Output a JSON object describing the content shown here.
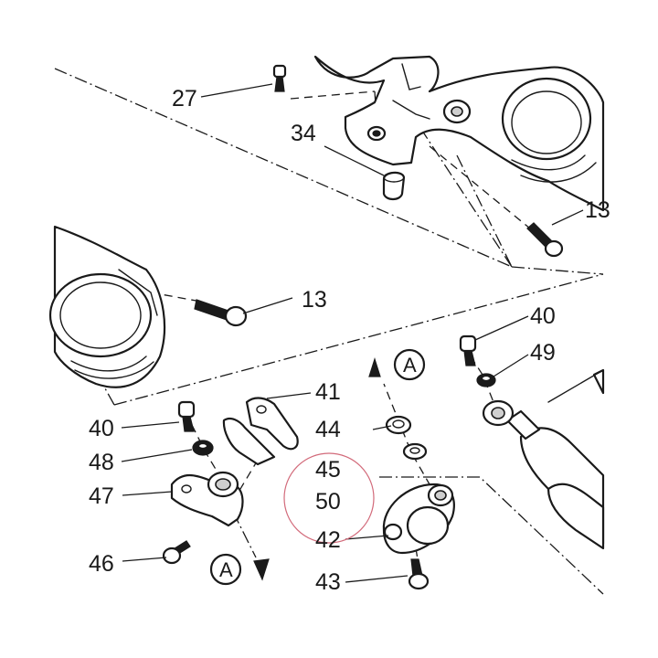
{
  "diagram": {
    "callouts": [
      {
        "id": "c27",
        "text": "27"
      },
      {
        "id": "c34",
        "text": "34"
      },
      {
        "id": "c13a",
        "text": "13"
      },
      {
        "id": "c13b",
        "text": "13"
      },
      {
        "id": "c40a",
        "text": "40"
      },
      {
        "id": "c49",
        "text": "49"
      },
      {
        "id": "c41",
        "text": "41"
      },
      {
        "id": "c44",
        "text": "44"
      },
      {
        "id": "c40b",
        "text": "40"
      },
      {
        "id": "c48",
        "text": "48"
      },
      {
        "id": "c45",
        "text": "45"
      },
      {
        "id": "c47",
        "text": "47"
      },
      {
        "id": "c50",
        "text": "50"
      },
      {
        "id": "c42",
        "text": "42"
      },
      {
        "id": "c46",
        "text": "46"
      },
      {
        "id": "c43",
        "text": "43"
      }
    ],
    "markers": [
      {
        "id": "arrowA_top",
        "text": "A"
      },
      {
        "id": "arrowA_bottom",
        "text": "A"
      }
    ],
    "highlight_color": "#d26a7a",
    "line_color": "#1a1a1a"
  }
}
